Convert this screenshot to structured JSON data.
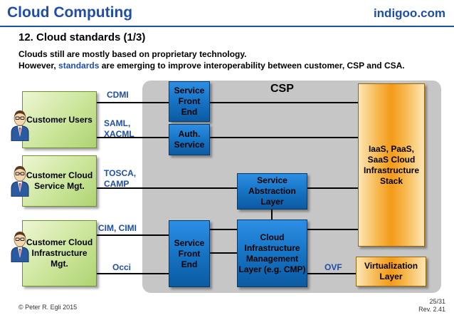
{
  "header": {
    "title": "Cloud Computing",
    "brand": "indigoo.com"
  },
  "slide": {
    "title": "12. Cloud standards (1/3)",
    "intro_line1": "Clouds still are mostly based on proprietary technology.",
    "intro_line2_pre": "However, ",
    "intro_line2_highlight": "standards",
    "intro_line2_post": " are emerging to improve interoperability between customer, CSP and CSA."
  },
  "csp": {
    "label": "CSP"
  },
  "customers": [
    {
      "label": "Customer Users"
    },
    {
      "label": "Customer Cloud Service Mgt."
    },
    {
      "label": "Customer Cloud Infrastructure Mgt."
    }
  ],
  "standards": {
    "cdmi": "CDMI",
    "saml_xacml": "SAML, XACML",
    "tosca_camp": "TOSCA, CAMP",
    "cim_cimi": "CIM, CIMI",
    "occi": "Occi",
    "ovf": "OVF"
  },
  "components": {
    "service_front_end_top": "Service Front End",
    "auth_service": "Auth. Service",
    "service_abstraction_layer": "Service Abstraction Layer",
    "service_front_end_bottom": "Service Front End",
    "cloud_infra_mgmt": "Cloud Infrastructure Management Layer (e.g. CMP)",
    "iaas_stack": "IaaS, PaaS, SaaS Cloud Infrastructure Stack",
    "virtualization_layer": "Virtualization Layer"
  },
  "footer": {
    "copyright": "© Peter R. Egli 2015",
    "page": "25/31",
    "rev": "Rev. 2.41"
  },
  "colors": {
    "accent_blue": "#1f4ea8",
    "customer_green": "#cbe59a",
    "component_blue": "#1674c4",
    "stack_orange": "#f49a18",
    "csp_gray": "#c6c6c6"
  }
}
